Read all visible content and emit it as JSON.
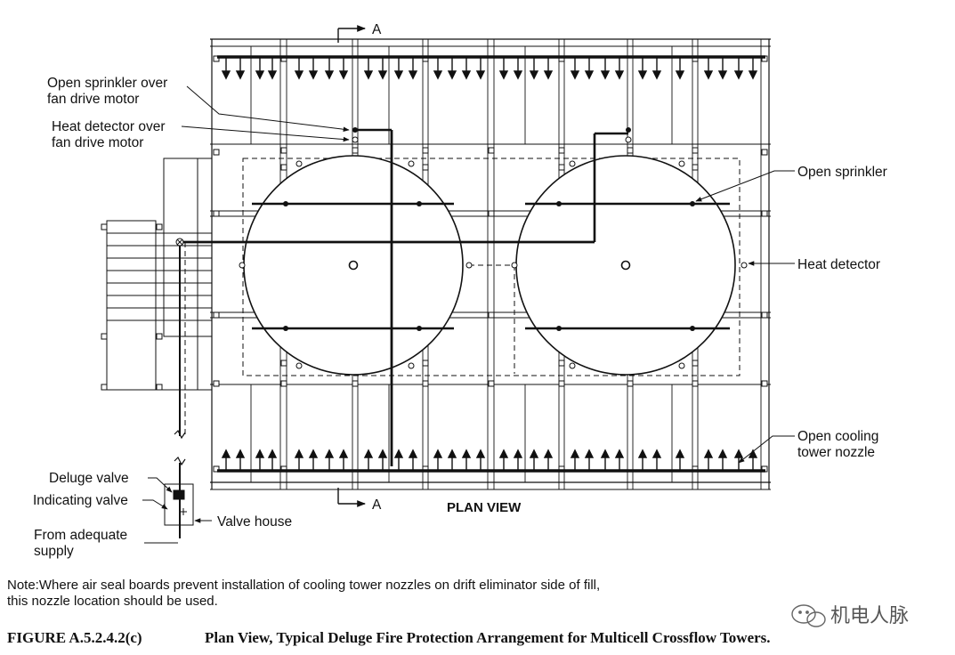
{
  "labels": {
    "section_top": "A",
    "section_bottom": "A",
    "open_sprinkler_fan_1": "Open sprinkler over",
    "open_sprinkler_fan_2": "fan drive motor",
    "heat_detector_fan_1": "Heat detector over",
    "heat_detector_fan_2": "fan drive motor",
    "open_sprinkler": "Open sprinkler",
    "heat_detector": "Heat detector",
    "open_cooling_1": "Open cooling",
    "open_cooling_2": "tower nozzle",
    "deluge_valve": "Deluge valve",
    "indicating_valve": "Indicating valve",
    "valve_house": "Valve house",
    "supply_1": "From adequate",
    "supply_2": "supply",
    "plan_view": "PLAN VIEW"
  },
  "note": {
    "line1": "Note:Where air seal boards prevent installation of cooling tower nozzles on drift eliminator side of fill,",
    "line2": "this nozzle location should be used."
  },
  "caption": {
    "number": "FIGURE A.5.2.4.2(c)",
    "title": "Plan View, Typical Deluge Fire Protection Arrangement for Multicell Crossflow Towers."
  },
  "watermark": "机电人脉"
}
